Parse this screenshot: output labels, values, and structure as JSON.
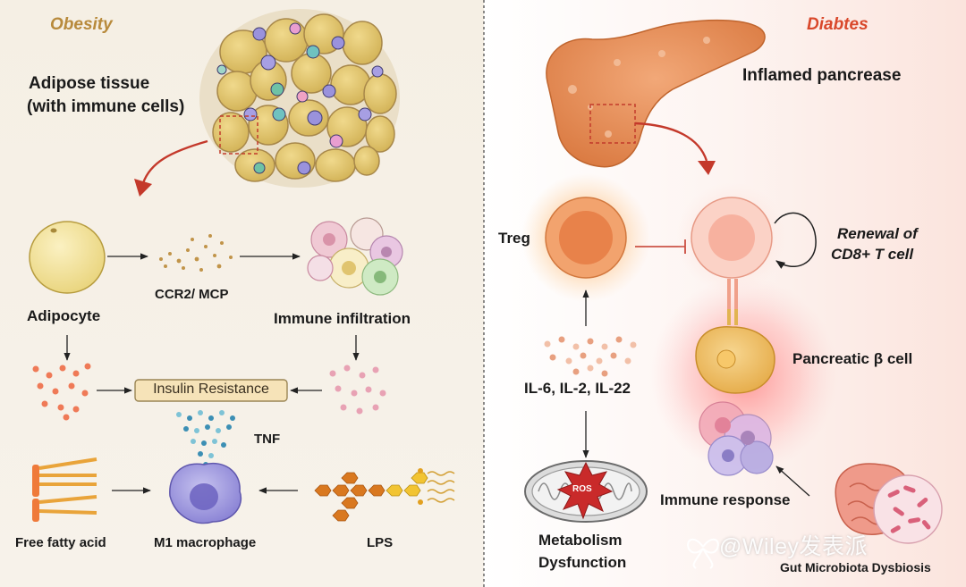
{
  "left_panel": {
    "title": "Obesity",
    "adipose_tissue_line1": "Adipose tissue",
    "adipose_tissue_line2": "(with immune cells)",
    "ccr2_mcp": "CCR2/ MCP",
    "adipocyte": "Adipocyte",
    "immune_infiltration": "Immune infiltration",
    "insulin_resistance": "Insulin Resistance",
    "tnf": "TNF",
    "free_fatty_acid": "Free fatty acid",
    "m1_macrophage": "M1 macrophage",
    "lps": "LPS"
  },
  "right_panel": {
    "title": "Diabtes",
    "inflamed_pancreas": "Inflamed pancrease",
    "treg": "Treg",
    "renewal_line1": "Renewal of",
    "renewal_line2": "CD8+ T cell",
    "pancreatic_beta_cell": "Pancreatic β cell",
    "interleukins": "IL-6, IL-2, IL-22",
    "ros": "ROS",
    "metabolism_line1": "Metabolism",
    "metabolism_line2": "Dysfunction",
    "immune_response": "Immune response",
    "gut_dysbiosis": "Gut Microbiota Dysbiosis"
  },
  "watermark": {
    "text": "@Wiley发表派"
  },
  "colors": {
    "left_background": "#f5efe4",
    "right_background": "#fbe9e4",
    "obesity_title": "#b88a3c",
    "diabetes_title": "#d9482b",
    "curved_arrow": "#c4392b",
    "adipocyte_fill": "#f4e5a0",
    "pancreas_fill": "#e69561",
    "treg_fill": "#e8824a",
    "cd8_fill": "#f7b19f",
    "beta_cell_fill": "#f2c064"
  }
}
